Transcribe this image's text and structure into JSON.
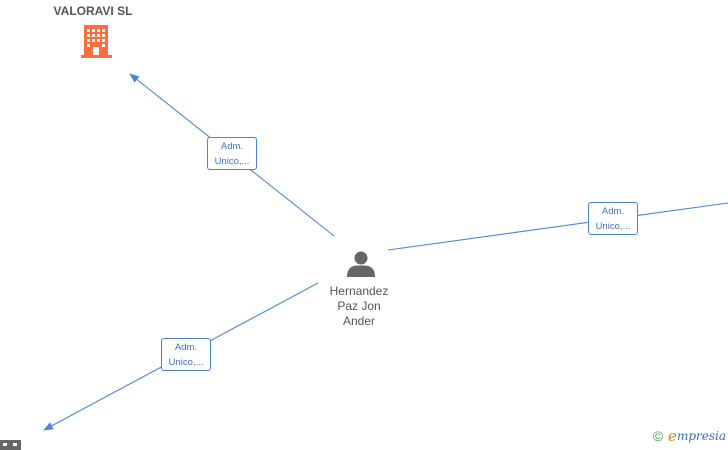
{
  "nodes": {
    "company_top": {
      "name": "VALORAVI  SL",
      "icon": "building-icon",
      "color": "#ff6d3a"
    },
    "center_person": {
      "name_lines": [
        "Hernandez",
        "Paz Jon",
        "Ander"
      ],
      "icon": "person-icon",
      "color": "#666666"
    },
    "company_bottom_left": {
      "icon": "building-icon",
      "color": "#666666"
    }
  },
  "relations": [
    {
      "lines": [
        "Adm.",
        "Unico,..."
      ]
    },
    {
      "lines": [
        "Adm.",
        "Unico,..."
      ]
    },
    {
      "lines": [
        "Adm.",
        "Unico,..."
      ]
    }
  ],
  "colors": {
    "edge": "#4a86d4",
    "label_text": "#3d74c4"
  },
  "branding": {
    "copyright": "©",
    "brand_first_letter": "e",
    "brand_rest": "mpresia"
  }
}
